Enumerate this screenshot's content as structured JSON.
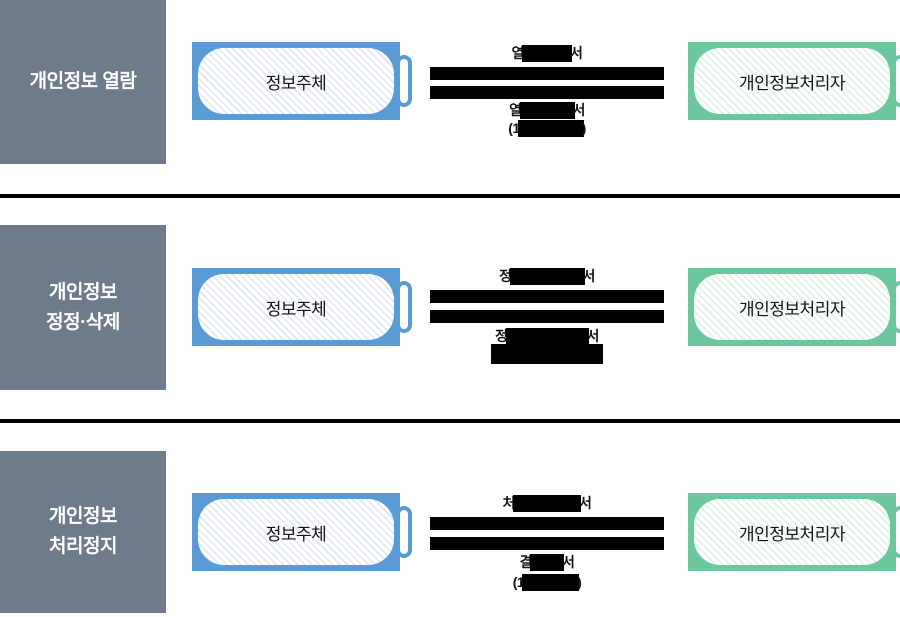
{
  "diagram": {
    "language": "ko",
    "colors": {
      "category_bg": "#6e7b8b",
      "subject_border": "#5b9bd5",
      "processor_border": "#6cc79e",
      "redaction": "#000000",
      "divider": "#000000"
    },
    "rows": [
      {
        "category_line1": "개인정보 열람",
        "category_line2": "",
        "subject_label": "정보주체",
        "processor_label": "개인정보처리자",
        "request_prefix": "열",
        "request_suffix": "서",
        "response_prefix": "열",
        "response_suffix": "서",
        "response_note_prefix": "(1",
        "response_note_suffix": ")"
      },
      {
        "category_line1": "개인정보",
        "category_line2": "정정·삭제",
        "subject_label": "정보주체",
        "processor_label": "개인정보처리자",
        "request_prefix": "정",
        "request_suffix": "서",
        "response_prefix": "정",
        "response_suffix": "서",
        "response_note_prefix": "",
        "response_note_suffix": ""
      },
      {
        "category_line1": "개인정보",
        "category_line2": "처리정지",
        "subject_label": "정보주체",
        "processor_label": "개인정보처리자",
        "request_prefix": "처",
        "request_suffix": "서",
        "response_prefix": "결",
        "response_suffix": "서",
        "response_note_prefix": "(1",
        "response_note_suffix": ")"
      }
    ]
  }
}
